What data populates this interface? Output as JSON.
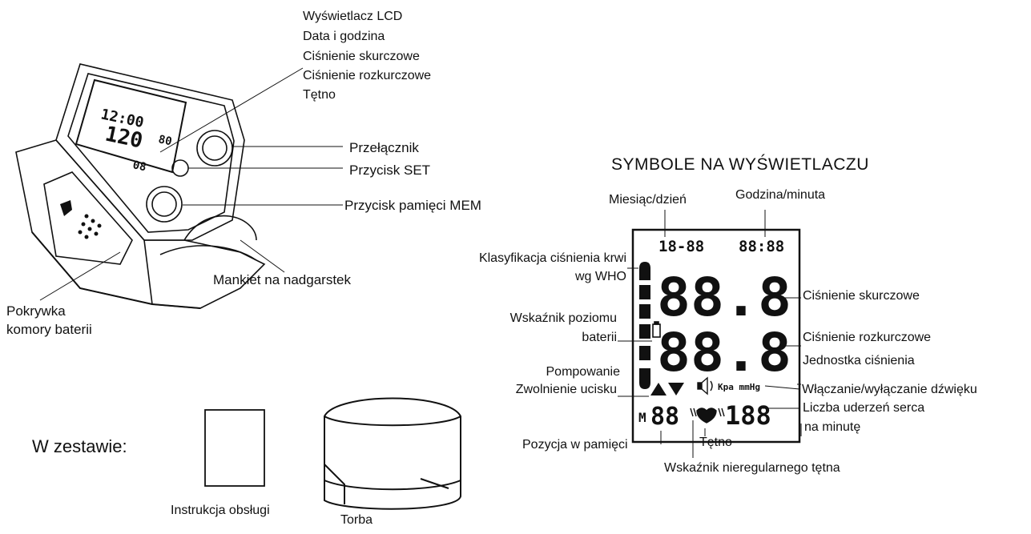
{
  "device_labels": {
    "lcd": [
      "Wyświetlacz LCD",
      "Data i godzina",
      "Ciśnienie skurczowe",
      "Ciśnienie rozkurczowe",
      "Tętno"
    ],
    "switch": "Przełącznik",
    "set_button": "Przycisk SET",
    "mem_button": "Przycisk pamięci MEM",
    "cuff": "Mankiet na nadgarstek",
    "battery_cover": [
      "Pokrywka",
      "komory baterii"
    ]
  },
  "kit": {
    "heading": "W zestawie:",
    "manual": "Instrukcja obsługi",
    "bag": "Torba"
  },
  "symbols": {
    "title": "SYMBOLE NA WYŚWIETLACZU",
    "month_day": "Miesiąc/dzień",
    "hour_minute": "Godzina/minuta",
    "who_class": [
      "Klasyfikacja ciśnienia krwi",
      "wg WHO"
    ],
    "battery": [
      "Wskaźnik poziomu",
      "baterii"
    ],
    "pump": "Pompowanie",
    "release": "Zwolnienie ucisku",
    "memory_position": "Pozycja w pamięci",
    "pulse": "Tętno",
    "irregular": "Wskaźnik nieregularnego tętna",
    "systolic": "Ciśnienie skurczowe",
    "diastolic": "Ciśnienie rozkurczowe",
    "unit": "Jednostka ciśnienia",
    "sound": "Włączanie/wyłączanie dźwięku",
    "bpm": [
      "Liczba uderzeń serca",
      "na minutę"
    ]
  },
  "lcd_readout": {
    "date": "18-88",
    "time": "88:88",
    "sys": "88.8",
    "dia": "88.8",
    "units": "Kpa mmHg",
    "mem_letter": "M",
    "mem_value": "88",
    "pulse_value": "188",
    "device_time": "12:00",
    "device_sys": "120",
    "device_pulse": "80",
    "device_mem": "08"
  }
}
